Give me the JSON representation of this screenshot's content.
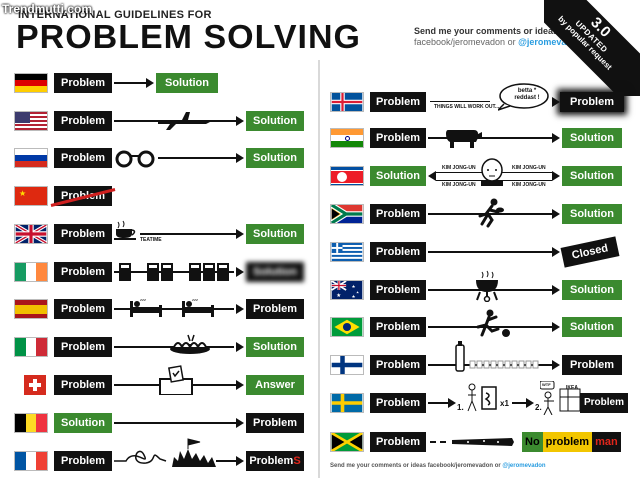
{
  "watermark": "Trendmutti.com",
  "header": {
    "kicker": "INTERNATIONAL GUIDELINES FOR",
    "title": "PROBLEM SOLVING",
    "comments_line1": "Send me your comments or ideas:",
    "comments_site": "facebook/jeromevadon",
    "comments_or": " or ",
    "comments_handle": "@jeromevadon"
  },
  "corner": {
    "version": "3.0",
    "updated": "UPDATED",
    "popular": "by popular request"
  },
  "labels": {
    "problem": "Problem",
    "solution": "Solution",
    "answer": "Answer",
    "closed": "Closed",
    "problems_prefix": "Problem",
    "problems_suffix": "S",
    "no": "No",
    "problem_mid": "problem",
    "man": "man",
    "tea_time": "TEATIME",
    "things_will": "THINGS WILL WORK OUT...",
    "betta": "betta * reddast !",
    "kim1": "KIM JONG-UN",
    "kim2": "KIM JONG-UN",
    "kim3": "KIM JONG-UN",
    "kim4": "KIM JONG-UN",
    "step1": "1.",
    "step2": "2.",
    "x1": "x1",
    "ikea": "IKEA",
    "wtf": "WTF"
  },
  "rows_left": [
    {
      "country": "Germany",
      "start": "Problem",
      "end": "Solution"
    },
    {
      "country": "USA",
      "start": "Problem",
      "end": "Solution"
    },
    {
      "country": "Russia",
      "start": "Problem",
      "end": "Solution"
    },
    {
      "country": "China",
      "start": "Problem"
    },
    {
      "country": "UK",
      "start": "Problem",
      "end": "Solution"
    },
    {
      "country": "Ireland",
      "start": "Problem",
      "end": "Solution"
    },
    {
      "country": "Spain",
      "start": "Problem",
      "end": "Problem"
    },
    {
      "country": "Italy",
      "start": "Problem",
      "end": "Solution"
    },
    {
      "country": "Switzerland",
      "start": "Problem",
      "end": "Answer"
    },
    {
      "country": "Belgium",
      "start": "Solution",
      "end": "Problem"
    },
    {
      "country": "France",
      "start": "Problem",
      "end": "ProblemS"
    }
  ],
  "rows_right": [
    {
      "country": "Iceland",
      "start": "Problem",
      "end": "Problem"
    },
    {
      "country": "India",
      "start": "Problem",
      "end": "Solution"
    },
    {
      "country": "North Korea",
      "start": "Solution",
      "end": "Solution"
    },
    {
      "country": "South Africa",
      "start": "Problem",
      "end": "Solution"
    },
    {
      "country": "Greece",
      "start": "Problem",
      "end": "Closed"
    },
    {
      "country": "Australia",
      "start": "Problem",
      "end": "Solution"
    },
    {
      "country": "Brazil",
      "start": "Problem",
      "end": "Solution"
    },
    {
      "country": "Finland",
      "start": "Problem",
      "end": "Problem"
    },
    {
      "country": "Sweden",
      "start": "Problem",
      "end": "Problem"
    },
    {
      "country": "Jamaica",
      "start": "Problem",
      "end": "No problem man"
    }
  ],
  "footer": {
    "text": "Send me your comments or ideas ",
    "site": "facebook/jeromevadon",
    "or": " or ",
    "handle": "@jeromevadon"
  }
}
